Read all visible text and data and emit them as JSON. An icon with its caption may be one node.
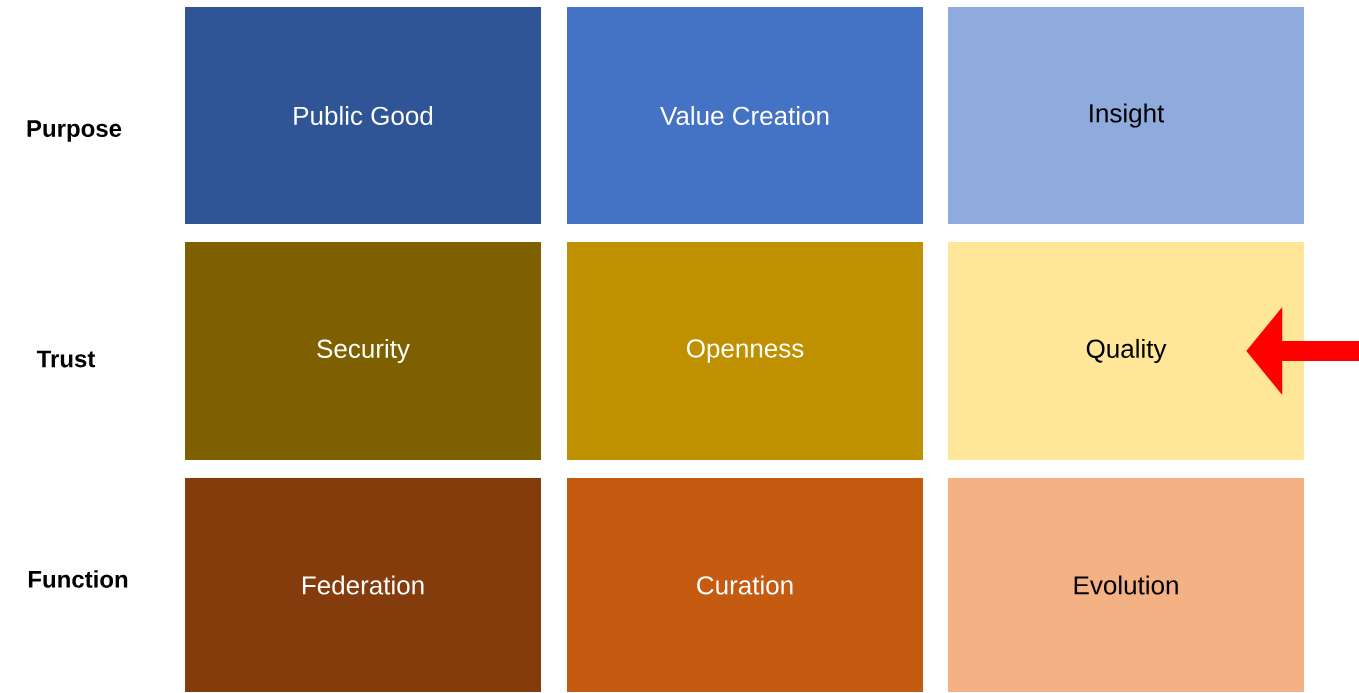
{
  "diagram": {
    "nodes": [
      {
        "text": [
          "Public Good"
        ]
      },
      {
        "text": [
          "Value Creation"
        ]
      },
      {
        "text": [
          "Insight"
        ]
      },
      {
        "text": [
          "Security"
        ]
      },
      {
        "text": [
          "Openness"
        ]
      },
      {
        "text": [
          "Quality"
        ]
      },
      {
        "text": [
          "Federation"
        ]
      },
      {
        "text": [
          "Curation"
        ]
      },
      {
        "text": [
          "Evolution"
        ]
      }
    ],
    "edges": [
      {
        "from": null,
        "to": 5,
        "arrow": "to",
        "color": "#ff0000"
      }
    ],
    "labels": [
      "Purpose",
      "Trust",
      "Function"
    ]
  }
}
